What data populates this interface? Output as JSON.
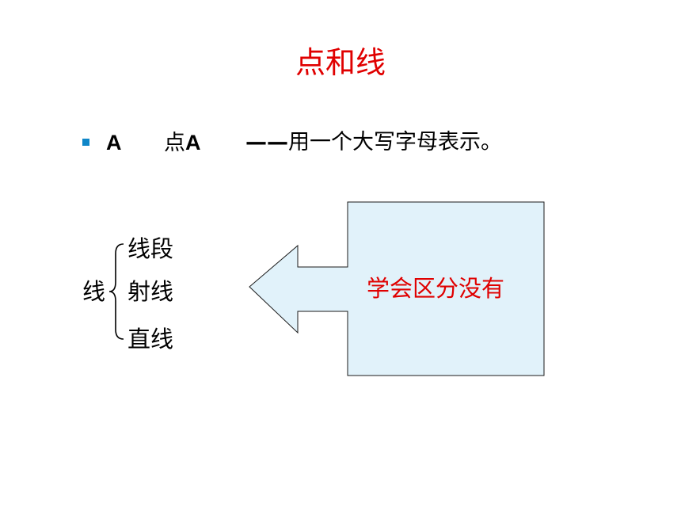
{
  "title": "点和线",
  "bullet": {
    "symbol": "A",
    "point_prefix": "点",
    "point_letter": "A",
    "dash": "——",
    "description": "用一个大写字母表示。"
  },
  "line_types": {
    "label": "线",
    "items": [
      "线段",
      "射线",
      "直线"
    ]
  },
  "arrow": {
    "text": "学会区分没有",
    "fill": "#e1f2fa"
  },
  "colors": {
    "title": "#e00000",
    "bullet": "#0f86c8",
    "arrow_text": "#e00000"
  }
}
